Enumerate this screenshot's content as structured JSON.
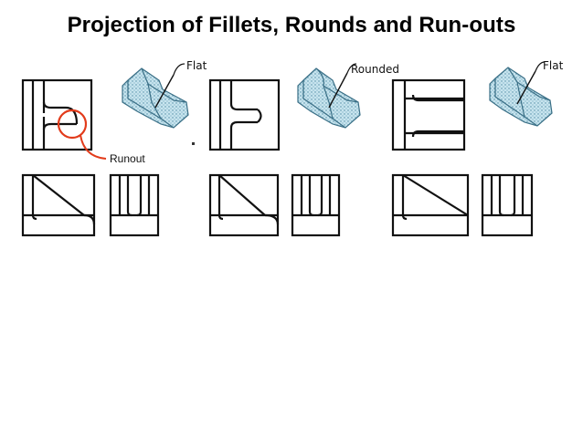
{
  "slide": {
    "title": "Projection of Fillets, Rounds and Run-outs"
  },
  "labels": {
    "example1_surface": "Flat",
    "example2_surface": "Rounded",
    "example3_surface": "Flat",
    "runout": "Runout"
  },
  "colors": {
    "line": "#111111",
    "highlight": "#e23b1b",
    "iso_fill": "#bfe0ea",
    "iso_stroke": "#3a6f86"
  }
}
